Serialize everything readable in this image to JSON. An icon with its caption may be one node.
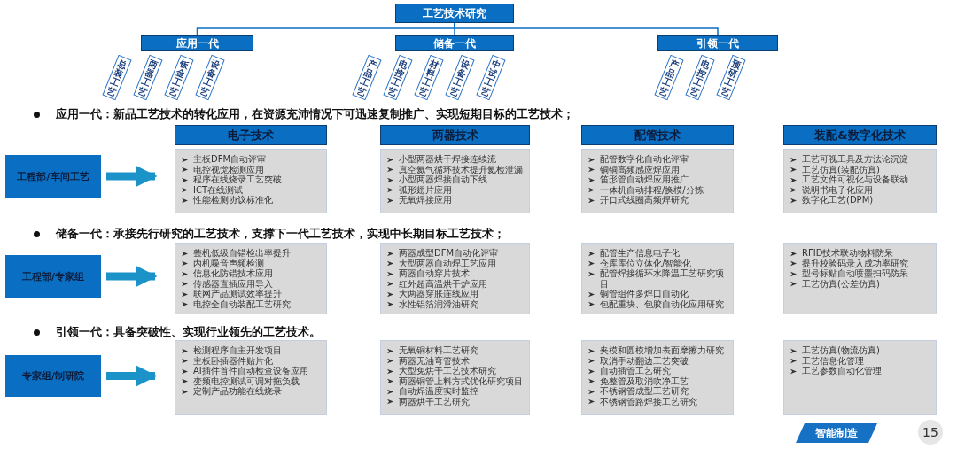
{
  "diagram": {
    "nodes": [
      {
        "text": [
          "工艺技术研究"
        ]
      },
      {
        "text": [
          "应用一代"
        ]
      },
      {
        "text": [
          "储备一代"
        ]
      },
      {
        "text": [
          "引领一代"
        ]
      },
      {
        "text": [
          "总装工艺"
        ]
      },
      {
        "text": [
          "两器工艺"
        ]
      },
      {
        "text": [
          "钣金工艺"
        ]
      },
      {
        "text": [
          "设备工艺"
        ]
      },
      {
        "text": [
          "产品工艺"
        ]
      },
      {
        "text": [
          "电控工艺"
        ]
      },
      {
        "text": [
          "材料工艺"
        ]
      },
      {
        "text": [
          "设备工艺"
        ]
      },
      {
        "text": [
          "中试工艺"
        ]
      },
      {
        "text": [
          "产品工艺"
        ]
      },
      {
        "text": [
          "电控工艺"
        ]
      },
      {
        "text": [
          "预研工艺"
        ]
      },
      {
        "text": [
          "电子技术"
        ]
      },
      {
        "text": [
          "两器技术"
        ]
      },
      {
        "text": [
          "配管技术"
        ]
      },
      {
        "text": [
          "装配&数字化技术"
        ]
      },
      {
        "text": [
          "工程部/车间工艺"
        ]
      },
      {
        "text": [
          "主板DFM自动评审",
          "电控视觉检测应用",
          "程序在线烧录工艺突破",
          "ICT在线测试",
          "性能检测协议标准化"
        ]
      },
      {
        "text": [
          "小型两器烘干焊接连续流",
          "真空氦气循环技术提升氦检泄漏",
          "小型两器焊接自动下线",
          "弧形翅片应用",
          "无氧焊接应用"
        ]
      },
      {
        "text": [
          "配管数字化自动化评审",
          "铜铜高频感应焊应用",
          "笛形管自动焊应用推广",
          "一体机自动排程/换模/分拣",
          "开口式线圈高频焊研究"
        ]
      },
      {
        "text": [
          "工艺可视工具及方法论沉淀",
          "工艺仿真(装配仿真)",
          "工艺文件可视化与设备联动",
          "说明书电子化应用",
          "数字化工艺(DPM)"
        ]
      },
      {
        "text": [
          "工程部/专家组"
        ]
      },
      {
        "text": [
          "整机低级自错检出率提升",
          "内机噪音声频检测",
          "信息化防错技术应用",
          "传感器直插应用导入",
          "联网产品测试效率提升",
          "电控全自动装配工艺研究"
        ]
      },
      {
        "text": [
          "两器成型DFM自动化评审",
          "大型两器自动焊工艺应用",
          "两器自动穿片技术",
          "红外超高温烘干炉应用",
          "大两器穿胀连线应用",
          "水性铝箔润滑油研究"
        ]
      },
      {
        "text": [
          "配管生产信息电子化",
          "仓库库位立体化/智能化",
          "配管焊接循环水降温工艺研究项目",
          "铜管组件多焊口自动化",
          "包配重块、包胶自动化应用研究"
        ]
      },
      {
        "text": [
          "RFID技术联动物料防呆",
          "提升校验码录入成功率研究",
          "型号标贴自动喷墨扫码防呆",
          "工艺仿真(公差仿真)"
        ]
      },
      {
        "text": [
          "专家组/制研院"
        ]
      },
      {
        "text": [
          "检测程序自主开发项目",
          "主板卧插器件贴片化",
          "AI插件首件自动检查设备应用",
          "变频电控测试可调对拖负载",
          "定制产品功能在线烧录"
        ]
      },
      {
        "text": [
          "无氧铜材料工艺研究",
          "两器无油弯管技术",
          "大型免烘干工艺技术研究",
          "两器铜管上料方式优化研究项目",
          "自动焊温度实时监控",
          "两器烘干工艺研究"
        ]
      },
      {
        "text": [
          "夹模和圆模增加表面摩擦力研究",
          "取消手动翻边工艺突破",
          "自动插管工艺研究",
          "免整管及取消吹净工艺",
          "不锈钢管成型工艺研究",
          "不锈钢管路焊接工艺研究"
        ]
      },
      {
        "text": [
          "工艺仿真(物流仿真)",
          "工艺信息化管理",
          "工艺参数自动化管理"
        ]
      }
    ],
    "edges": [
      {
        "from": 0,
        "to": 1,
        "arrow": "none"
      },
      {
        "from": 0,
        "to": 2,
        "arrow": "none"
      },
      {
        "from": 0,
        "to": 3,
        "arrow": "none"
      },
      {
        "from": 20,
        "to": 21,
        "arrow": "to",
        "style": "thick",
        "color": "#1b93c9"
      },
      {
        "from": 25,
        "to": 26,
        "arrow": "to",
        "style": "thick",
        "color": "#1b93c9"
      },
      {
        "from": 30,
        "to": 31,
        "arrow": "to",
        "style": "thick",
        "color": "#1b93c9"
      }
    ],
    "labels": [
      "应用一代：新品工艺技术的转化应用，在资源充沛情况下可迅速复制推广、实现短期目标的工艺技术；",
      "储备一代：承接先行研究的工艺技术，支撑下一代工艺技术，实现中长期目标工艺技术；",
      "引领一代：具备突破性、实现行业领先的工艺技术。",
      "智能制造",
      "15"
    ]
  }
}
